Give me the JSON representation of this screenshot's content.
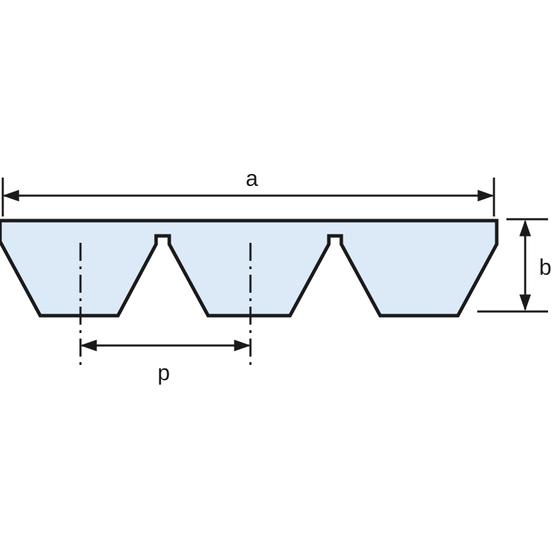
{
  "labels": {
    "width": "a",
    "height": "b",
    "pitch": "p"
  },
  "colors": {
    "belt_fill": "#dceaf8",
    "stroke": "#1a1a1a",
    "background": "#ffffff"
  }
}
